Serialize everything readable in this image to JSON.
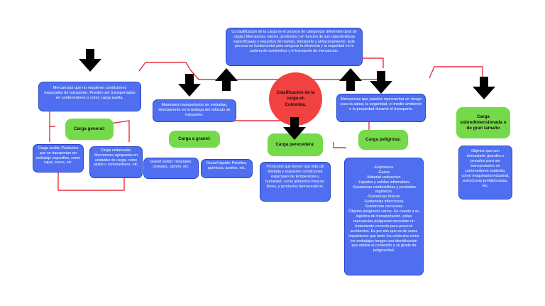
{
  "title": "Clasificación de la carga en Colombia.",
  "definition": "La clasificacion de la carga es el proceso de categorizar diferentes tipos de carga ( Mercancias, bienes, productos ) en funcion de sus caracteristicas especificaaas y requisitos de manejo, transporte y almacenamiento. Este proceso es fundamental para asegurar la eficiencia y la seguridad en la cadena de suministros y el transporte de mercancias.",
  "branches": {
    "general": {
      "label": "Carga general:",
      "description": "Mercancias que no requieren condiciones especiales de transporte. Pueden ser transportadas en contenedores o como carga suelta.",
      "suelta": "Carga suelta: Productos que se transportan sin embalaje especifico, como cajas, sacos, etc.",
      "unitarizada": "Carga unitarizada: Mercancias agrupadas en unidades de carga, como palets o contenedores, etc."
    },
    "granel": {
      "label": "Carga a granel:",
      "description": "Materiales transportados sin embalaje, directamente en la bodega del vehiculo de transporte.",
      "solido": "Granel solido: minerales, cereales, carbón, etc.",
      "liquido": "Granel liquido: Petróleo, químicos, aceites, etc."
    },
    "perecedera": {
      "label": "Carga perecedera:",
      "description": "Productos que tienen una vida util limitada y requieren condiciones especiales de temperatura y humedad, como alimentos frescos, flores, y productos farmaceuticos."
    },
    "peligrosa": {
      "label": "Carga peligrosa:",
      "description": "Mercancias que pueden representar un riesgo para la salud, la seguridad, el medio ambiente o la propiedad durante el transporte.",
      "details": "-Explosivos.\n-Gases.\n-Material radioactivo.\n-Liquidos y solidos inflamables.\n-Sustancias combustibles y peróxidos orgánicos.\n-Sustancias tóxicas.\n-Sustancias infecciosas.\n-Sustancias corrosivas.\nObjetos peligrosos varios. En cuanto a su logística de transportación, estas mercancías peligrosas necesitan un tratamiento correcto para prevenir accidentes. Es por eso que es de suma importancia que tanto los vehículos como los embalajes tengan una identificación que detalle el contenido y su grado de peligrosidad."
    },
    "sobredimensionada": {
      "label": "Carga sobredimensionada o de gran tamaño",
      "description": "Objetos que son demasiado grandes o pesados para ser transportados en contenedores estándar, como maquinaria industrial, estructuras prefabricadas, etc."
    }
  },
  "colors": {
    "box": "#4f6ff0",
    "label": "#75da4a",
    "center": "#f24141",
    "connector": "#e8323c",
    "arrow": "#000000"
  }
}
